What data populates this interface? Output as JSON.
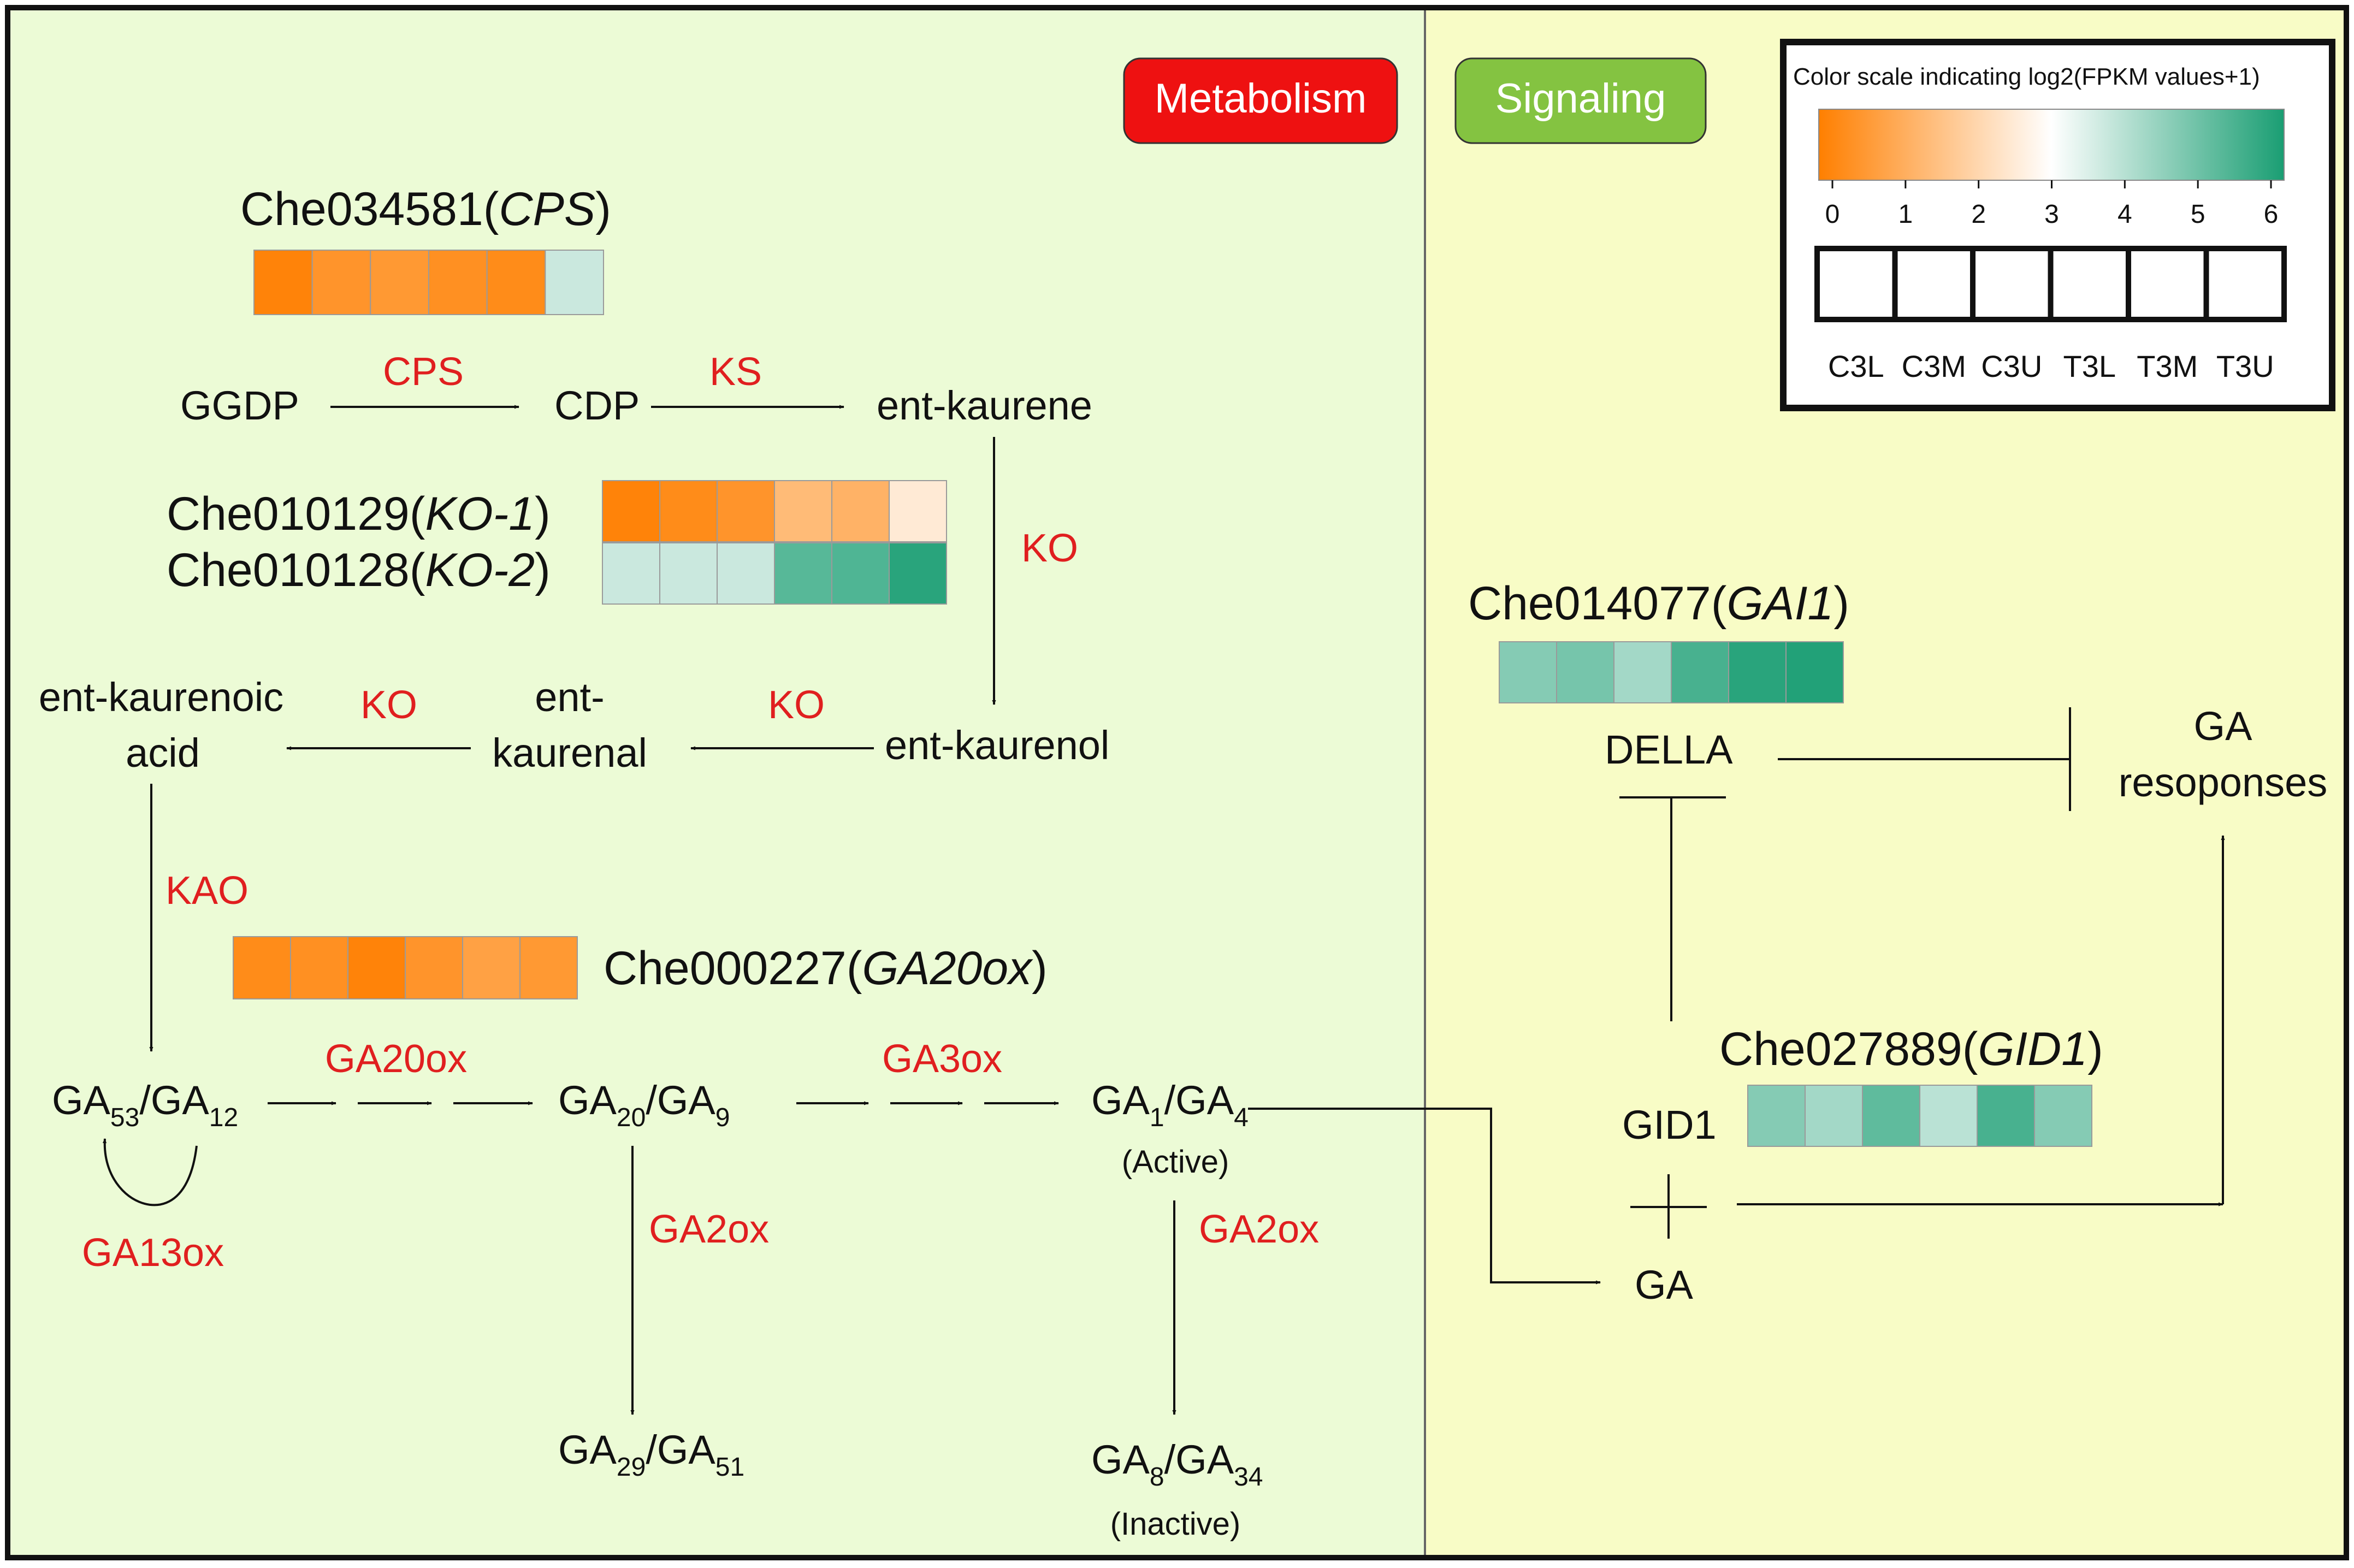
{
  "colors": {
    "metabolism_bg": "#ecfbd6",
    "signaling_bg": "#f8fcc6",
    "metabolism_badge": "#ee1111",
    "signaling_badge": "#84c341",
    "enzyme_text": "#e01f1f",
    "scale_low": "#ff7f00",
    "scale_mid": "#ffffff",
    "scale_high": "#1a9e73"
  },
  "panels": {
    "metabolism_label": "Metabolism",
    "signaling_label": "Signaling"
  },
  "legend": {
    "title": "Color scale indicating log2(FPKM values+1)",
    "ticks": [
      "0",
      "1",
      "2",
      "3",
      "4",
      "5",
      "6"
    ],
    "samples": [
      "C3L",
      "C3M",
      "C3U",
      "T3L",
      "T3M",
      "T3U"
    ]
  },
  "genes": [
    {
      "id": "cps",
      "gene_id": "Che034581",
      "symbol": "CPS",
      "values": [
        0.1,
        0.5,
        0.6,
        0.4,
        0.3,
        3.7
      ]
    },
    {
      "id": "ko1",
      "gene_id": "Che010129",
      "symbol": "KO-1",
      "values": [
        0.1,
        0.3,
        0.5,
        1.4,
        1.2,
        2.5
      ]
    },
    {
      "id": "ko2",
      "gene_id": "Che010128",
      "symbol": "KO-2",
      "values": [
        3.7,
        3.7,
        3.7,
        5.2,
        5.3,
        5.8
      ]
    },
    {
      "id": "ga20ox",
      "gene_id": "Che000227",
      "symbol": "GA20ox",
      "values": [
        0.3,
        0.4,
        0.1,
        0.5,
        0.8,
        0.6
      ]
    },
    {
      "id": "gai1",
      "gene_id": "Che014077",
      "symbol": "GAI1",
      "values": [
        4.6,
        4.8,
        4.2,
        5.4,
        5.8,
        5.9
      ]
    },
    {
      "id": "gid1",
      "gene_id": "Che027889",
      "symbol": "GID1",
      "values": [
        4.6,
        4.2,
        5.1,
        3.9,
        5.4,
        4.6
      ]
    }
  ],
  "metabolites": {
    "ggdp": "GGDP",
    "cdp": "CDP",
    "ent_kaurene": "ent-kaurene",
    "ent_kaurenol": "ent-kaurenol",
    "ent_kaurenal_1": "ent-",
    "ent_kaurenal_2": "kaurenal",
    "ent_kaurenoic_1": "ent-kaurenoic",
    "ent_kaurenoic_2": "acid",
    "ga53_ga12": {
      "a": "GA",
      "a_sub": "53",
      "sep": "/GA",
      "b_sub": "12"
    },
    "ga20_ga9": {
      "a": "GA",
      "a_sub": "20",
      "sep": "/GA",
      "b_sub": "9"
    },
    "ga1_ga4": {
      "a": "GA",
      "a_sub": "1",
      "sep": "/GA",
      "b_sub": "4"
    },
    "ga29_ga51": {
      "a": "GA",
      "a_sub": "29",
      "sep": "/GA",
      "b_sub": "51"
    },
    "ga8_ga34": {
      "a": "GA",
      "a_sub": "8",
      "sep": "/GA",
      "b_sub": "34"
    },
    "active": "(Active)",
    "inactive": "(Inactive)"
  },
  "enzymes": {
    "cps": "CPS",
    "ks": "KS",
    "ko_vertical": "KO",
    "ko_mid": "KO",
    "ko_left": "KO",
    "kao": "KAO",
    "ga20ox": "GA20ox",
    "ga3ox": "GA3ox",
    "ga13ox": "GA13ox",
    "ga2ox_left": "GA2ox",
    "ga2ox_right": "GA2ox"
  },
  "signaling": {
    "della": "DELLA",
    "ga_responses_1": "GA",
    "ga_responses_2": "resoponses",
    "gid1": "GID1",
    "ga": "GA"
  }
}
